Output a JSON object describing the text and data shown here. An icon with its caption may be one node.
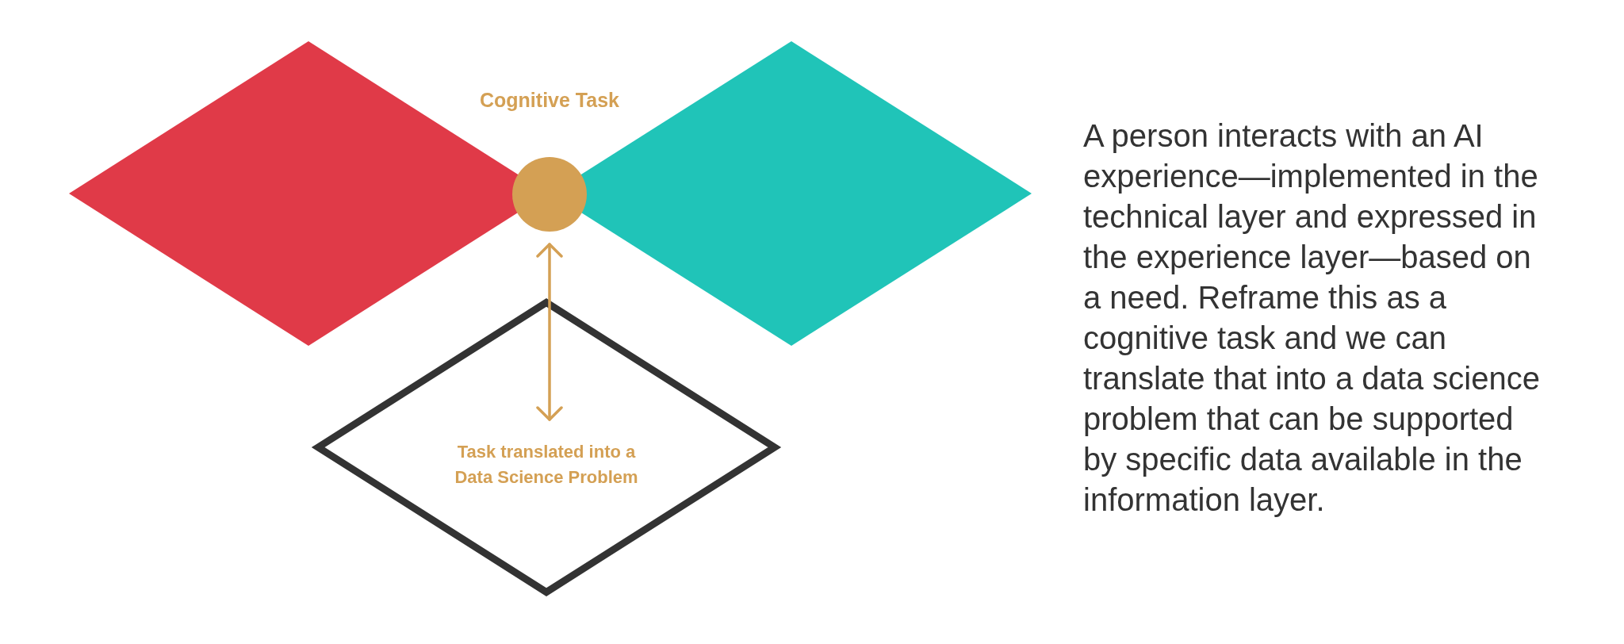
{
  "diagram": {
    "nodes": [
      {
        "text": [],
        "shape": "diamond"
      },
      {
        "text": [],
        "shape": "circle"
      },
      {
        "text": [],
        "shape": "diamond"
      },
      {
        "text": [
          "Task translated into a Data Science Problem"
        ]
      }
    ],
    "edges": [
      {
        "from": 1,
        "to": 3,
        "arrow": "both"
      }
    ],
    "labels": [
      "Cognitive Task",
      "A person interacts with an AI experience—implemented in the technical layer and expressed in the experience layer—based on a need. Reframe this as a cognitive task and we can translate that into a data science problem that can be supported by specific data available in the information layer."
    ]
  }
}
